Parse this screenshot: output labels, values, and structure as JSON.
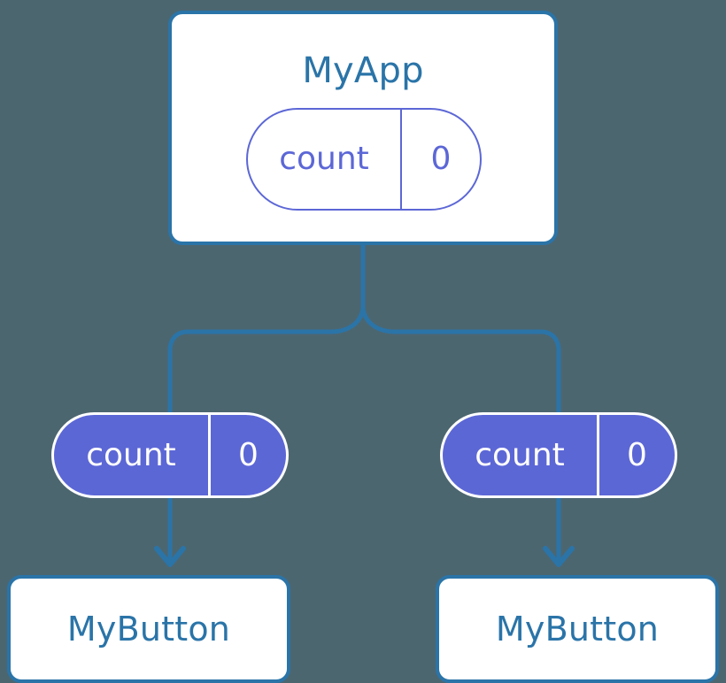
{
  "diagram": {
    "title_text": "MyApp",
    "background_color": "#4c6670",
    "accent_blue": "#2a74a8",
    "accent_purple": "#5c67d6",
    "root": {
      "name": "MyApp",
      "state": {
        "key": "count",
        "value": "0"
      }
    },
    "children": [
      {
        "name": "MyButton",
        "state": {
          "key": "count",
          "value": "0"
        }
      },
      {
        "name": "MyButton",
        "state": {
          "key": "count",
          "value": "0"
        }
      }
    ],
    "edges": {
      "root_to_fork": "vertical-line",
      "fork": "split-to-two-branches",
      "state_to_child": "arrow-down"
    }
  }
}
